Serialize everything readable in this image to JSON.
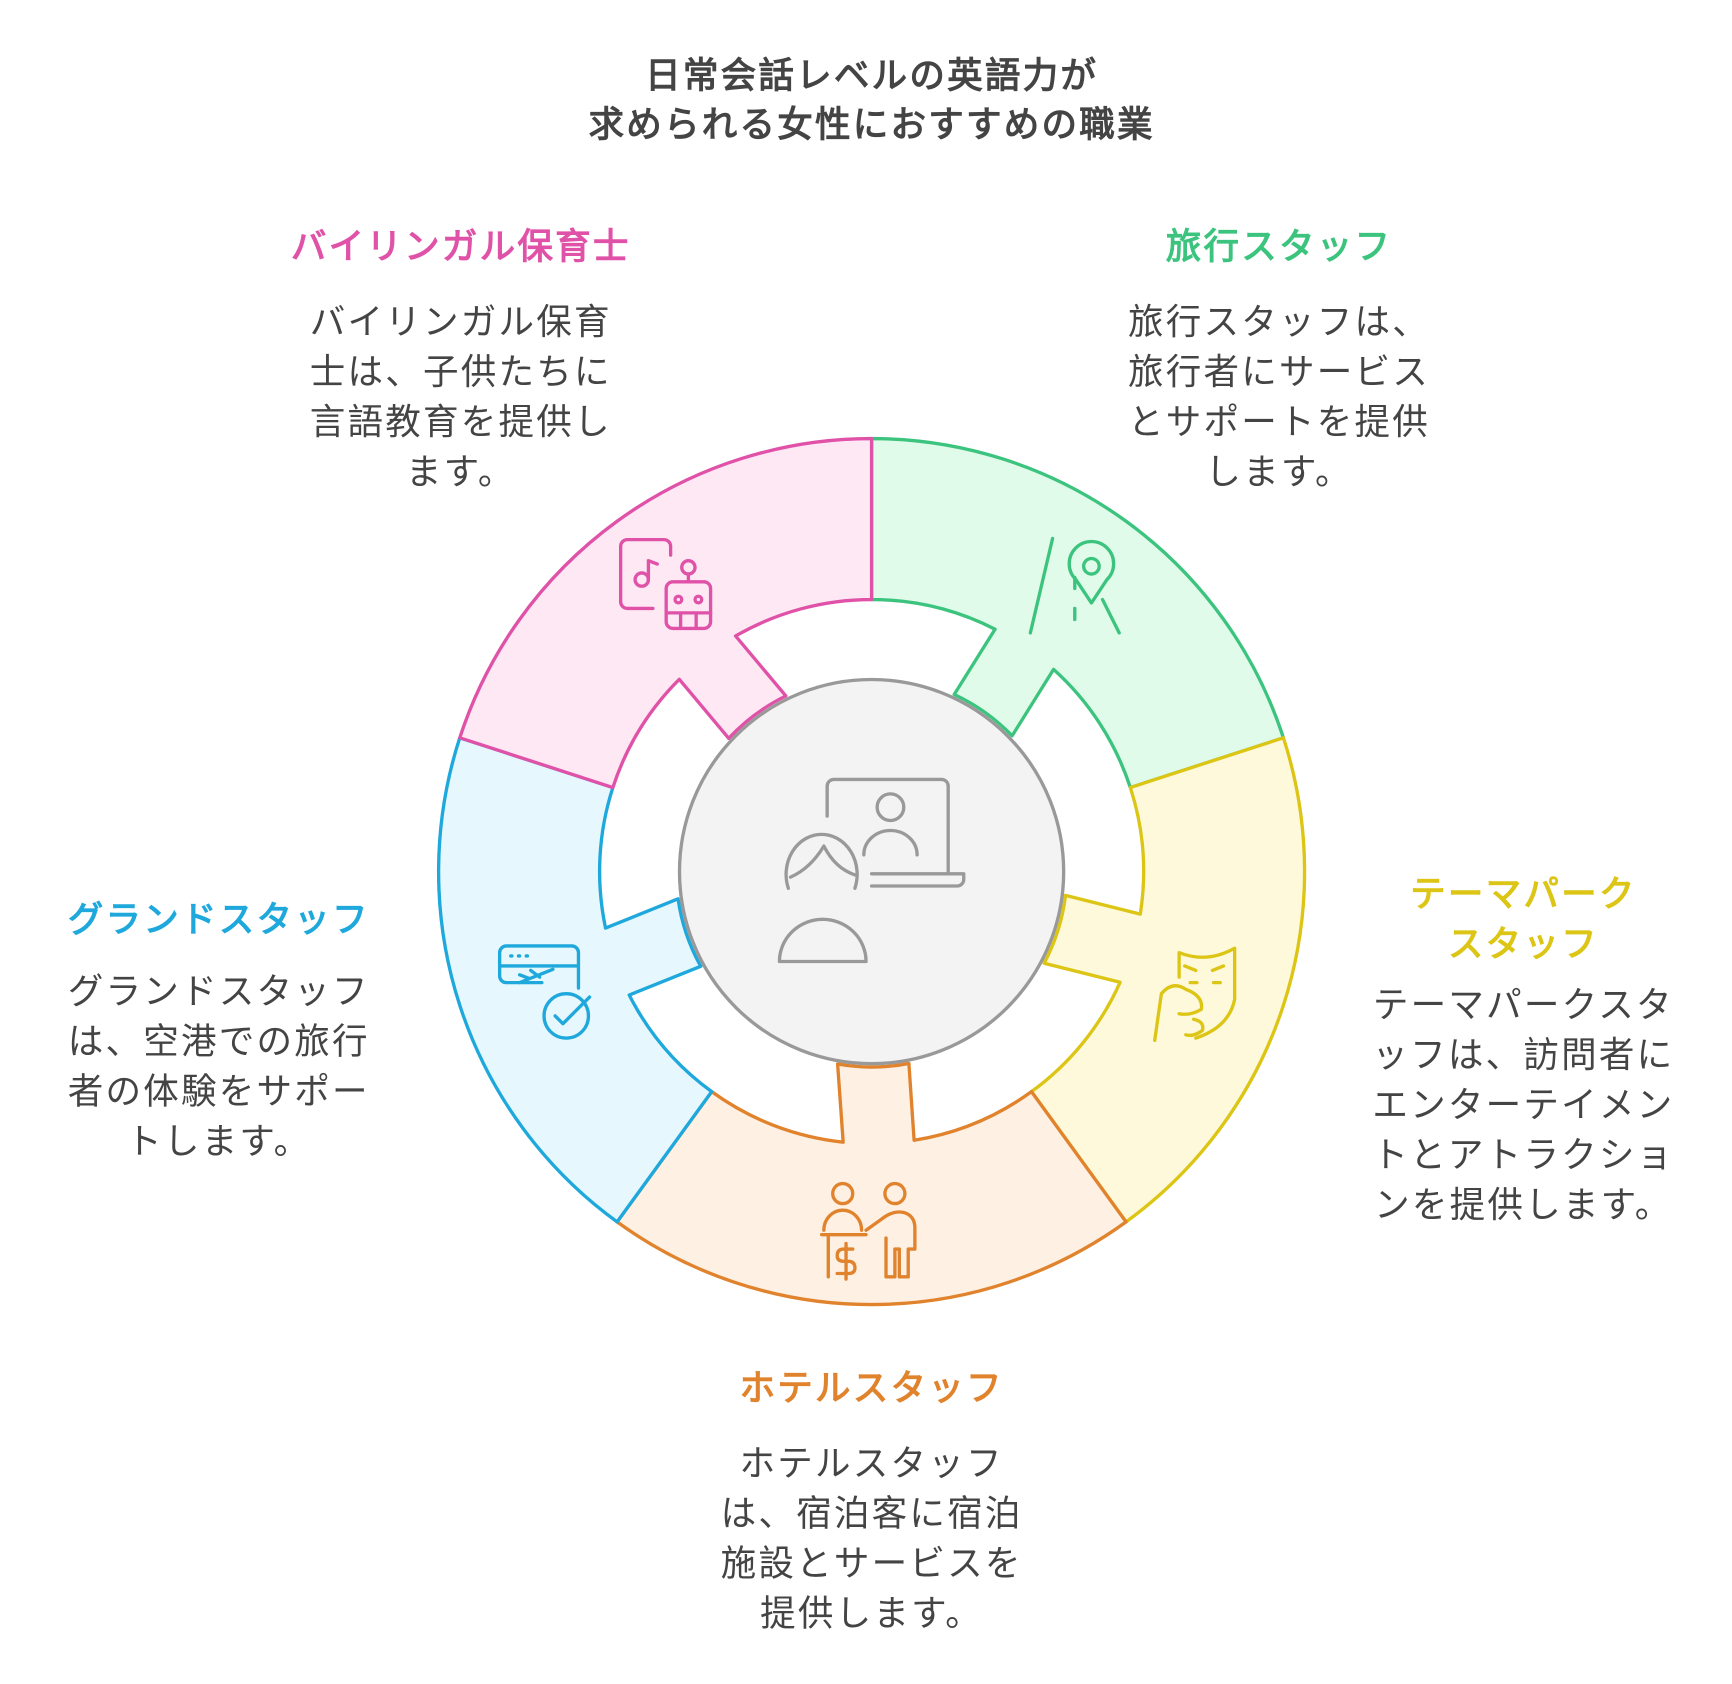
{
  "title": [
    "日常会話レベルの英語力が",
    "求められる女性におすすめの職業"
  ],
  "center_icon": "teacher-video-call-icon",
  "colors": {
    "text": "#444444",
    "center_fill": "#f3f3f3",
    "center_stroke": "#999999"
  },
  "segments": [
    {
      "heading": [
        "旅行スタッフ"
      ],
      "body": [
        "旅行スタッフは、",
        "旅行者にサービス",
        "とサポートを提供",
        "します。"
      ],
      "stroke": "#3cc47f",
      "fill": "#e0fbea",
      "icon": "road-location-pin-icon"
    },
    {
      "heading": [
        "テーマパーク",
        "スタッフ"
      ],
      "body": [
        "テーマパークスタ",
        "ッフは、訪問者に",
        "エンターテイメン",
        "トとアトラクショ",
        "ンを提供します。"
      ],
      "stroke": "#dcc514",
      "fill": "#fef9da",
      "icon": "theater-mask-icon"
    },
    {
      "heading": [
        "ホテルスタッフ"
      ],
      "body": [
        "ホテルスタッフ",
        "は、宿泊客に宿泊",
        "施設とサービスを",
        "提供します。"
      ],
      "stroke": "#e0832c",
      "fill": "#fef0e3",
      "icon": "hotel-reception-icon"
    },
    {
      "heading": [
        "グランドスタッフ"
      ],
      "body": [
        "グランドスタッフ",
        "は、空港での旅行",
        "者の体験をサポー",
        "トします。"
      ],
      "stroke": "#1ea8dc",
      "fill": "#e6f7fd",
      "icon": "flight-check-icon"
    },
    {
      "heading": [
        "バイリンガル保育士"
      ],
      "body": [
        "バイリンガル保育",
        "士は、子供たちに",
        "言語教育を提供し",
        "ます。"
      ],
      "stroke": "#e052a8",
      "fill": "#fde8f4",
      "icon": "music-tablet-robot-icon"
    }
  ]
}
